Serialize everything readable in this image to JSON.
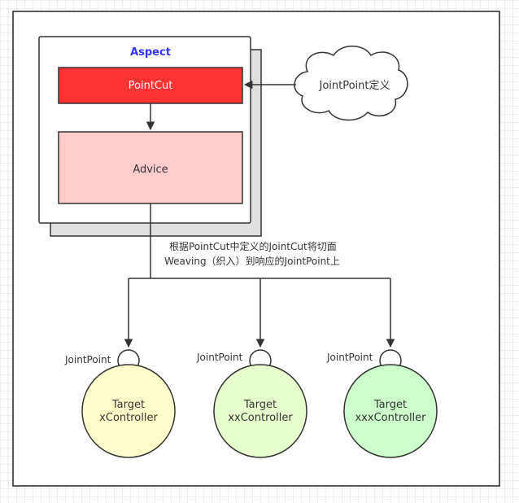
{
  "aspect": {
    "title": "Aspect",
    "title_color": "#3333ff"
  },
  "pointcut": {
    "label": "PointCut",
    "fill": "#ff3333"
  },
  "advice": {
    "label": "Advice",
    "fill": "#ffcccc"
  },
  "cloud": {
    "label": "JointPoint定义"
  },
  "weaving_note": {
    "line1": "根据PointCut中定义的JointCut将切面",
    "line2": "Weaving（织入）到响应的JointPoint上"
  },
  "targets": [
    {
      "joint_label": "JointPoint",
      "line1": "Target",
      "line2": "xController",
      "fill": "#ffffcc"
    },
    {
      "joint_label": "JointPoint",
      "line1": "Target",
      "line2": "xxController",
      "fill": "#e6ffcc"
    },
    {
      "joint_label": "JointPoint",
      "line1": "Target",
      "line2": "xxxController",
      "fill": "#ccffcc"
    }
  ]
}
